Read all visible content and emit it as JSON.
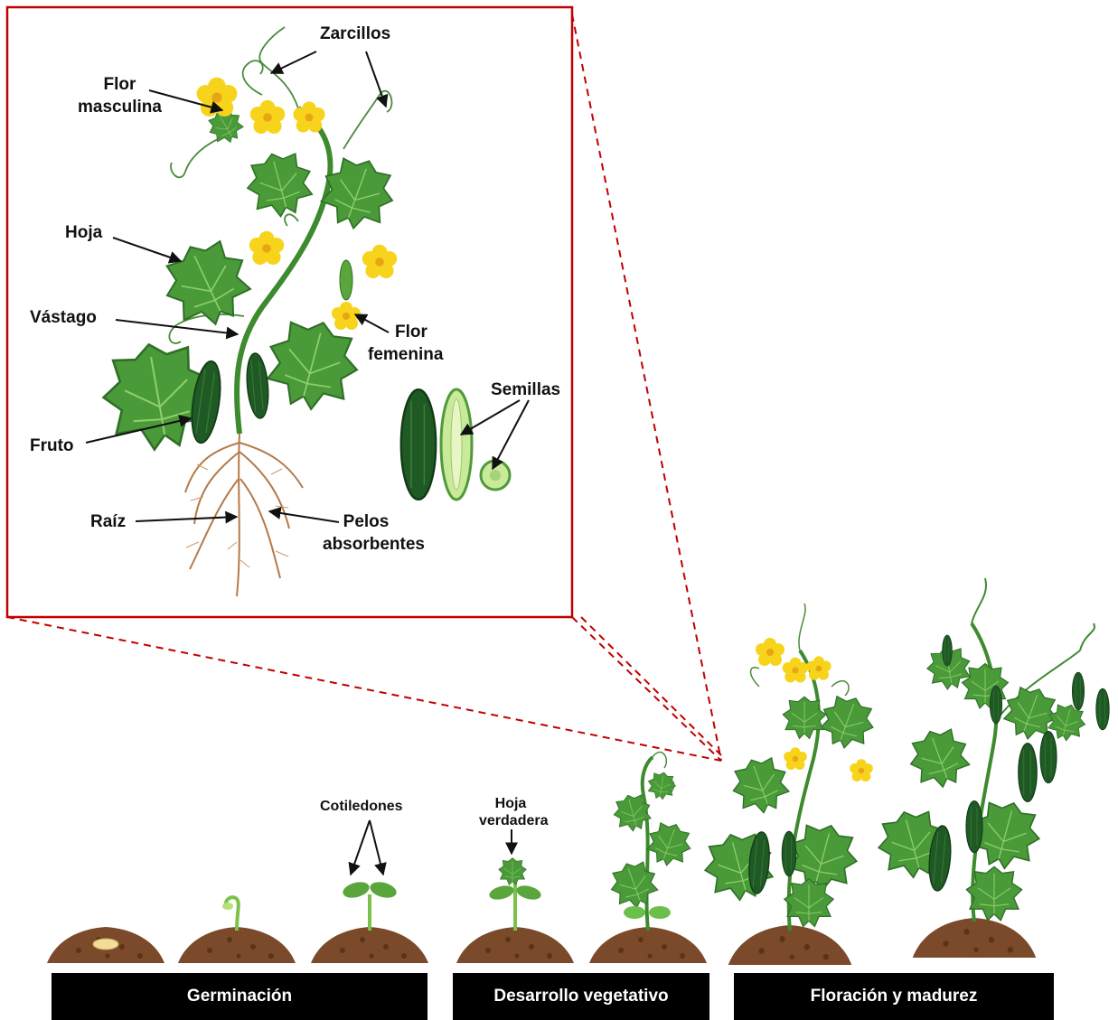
{
  "labels": {
    "zarcillos": "Zarcillos",
    "flor_masculina_1": "Flor",
    "flor_masculina_2": "masculina",
    "hoja": "Hoja",
    "vastago": "Vástago",
    "flor_femenina_1": "Flor",
    "flor_femenina_2": "femenina",
    "semillas": "Semillas",
    "fruto": "Fruto",
    "raiz": "Raíz",
    "pelos_1": "Pelos",
    "pelos_2": "absorbentes",
    "cotiledones": "Cotiledones",
    "hoja_verdadera_1": "Hoja",
    "hoja_verdadera_2": "verdadera"
  },
  "stages": [
    {
      "label": "Germinación"
    },
    {
      "label": "Desarrollo vegetativo"
    },
    {
      "label": "Floración y madurez"
    }
  ],
  "colors": {
    "frame": "#c00000",
    "leaf": "#4a9a3a",
    "leaf_light": "#6cbf4a",
    "stem": "#3e8a2e",
    "flower": "#f7d31b",
    "fruit": "#1f5a25",
    "soil": "#7a4a2a",
    "root": "#b47a4a",
    "bar": "#000000"
  }
}
